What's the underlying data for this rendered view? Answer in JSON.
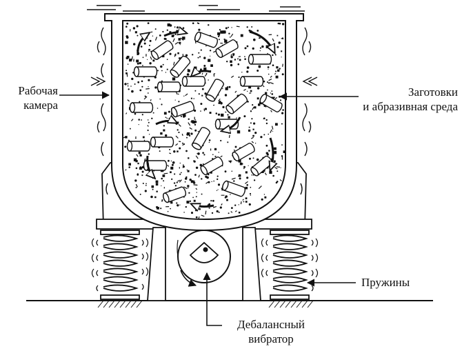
{
  "labels": {
    "chamber_line1": "Рабочая",
    "chamber_line2": "камера",
    "media_line1": "Заготовки",
    "media_line2": "и абразивная среда",
    "springs": "Пружины",
    "vibrator_line1": "Дебалансный",
    "vibrator_line2": "вибратор"
  },
  "colors": {
    "ink": "#111111",
    "background": "#ffffff"
  }
}
